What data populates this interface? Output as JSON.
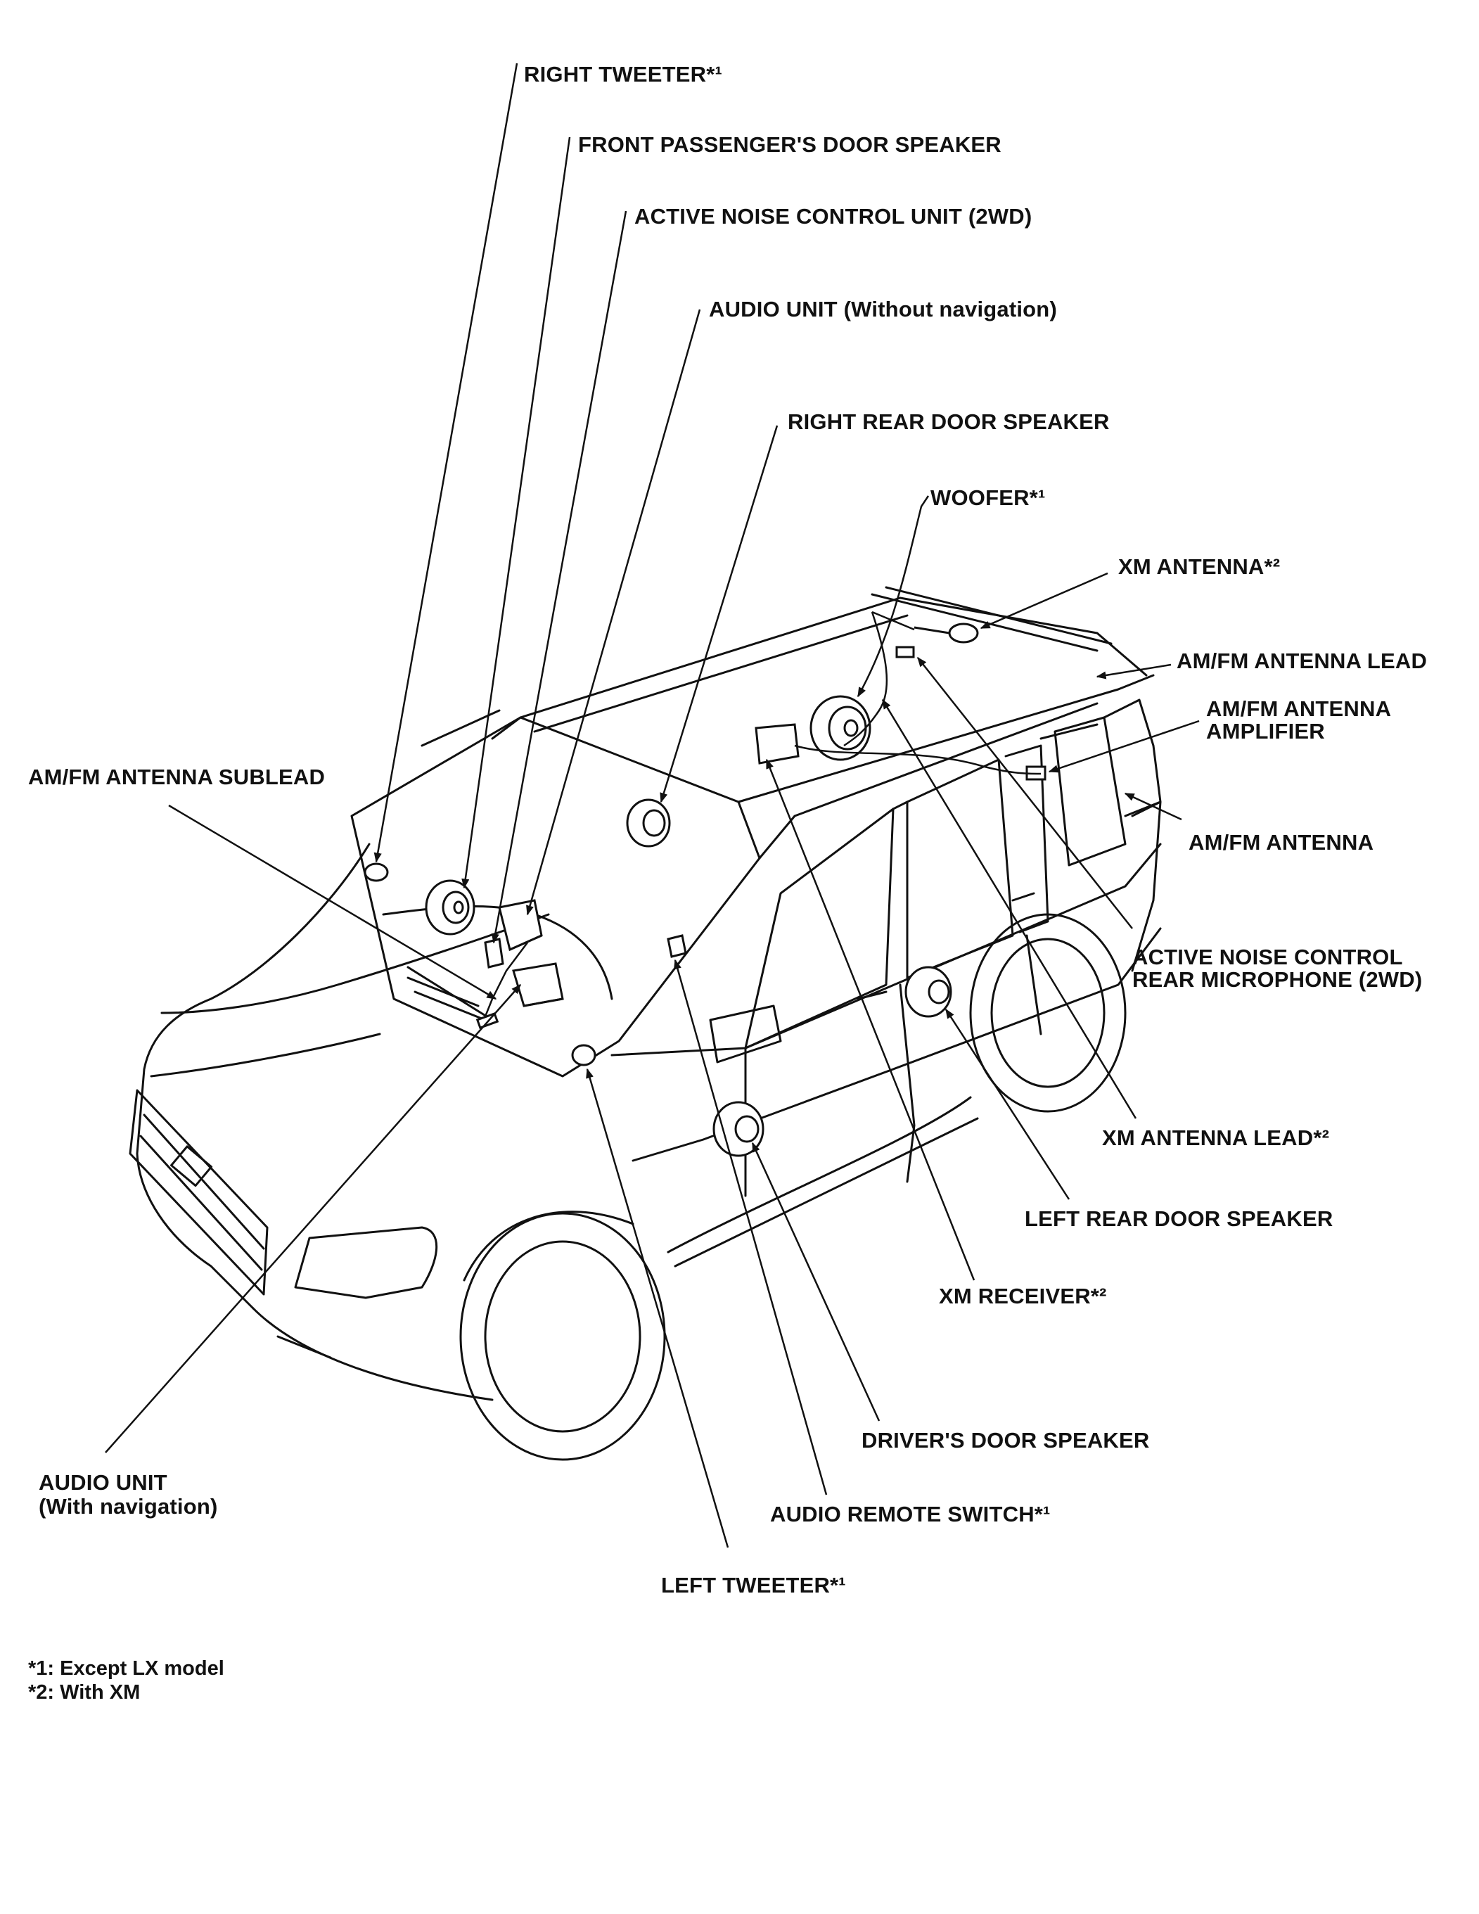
{
  "labels": {
    "right_tweeter": "RIGHT TWEETER*¹",
    "front_passenger_door_speaker": "FRONT PASSENGER'S DOOR SPEAKER",
    "active_noise_control_unit": "ACTIVE NOISE CONTROL UNIT (2WD)",
    "audio_unit_without_nav": "AUDIO UNIT (Without navigation)",
    "right_rear_door_speaker": "RIGHT REAR DOOR SPEAKER",
    "woofer": "WOOFER*¹",
    "xm_antenna": "XM ANTENNA*²",
    "am_fm_antenna_lead": "AM/FM ANTENNA LEAD",
    "am_fm_antenna_amplifier_line1": "AM/FM ANTENNA",
    "am_fm_antenna_amplifier_line2": "AMPLIFIER",
    "am_fm_antenna_sublead": "AM/FM ANTENNA SUBLEAD",
    "am_fm_antenna": "AM/FM ANTENNA",
    "anc_rear_microphone_line1": "ACTIVE NOISE CONTROL",
    "anc_rear_microphone_line2": "REAR MICROPHONE (2WD)",
    "xm_antenna_lead": "XM ANTENNA LEAD*²",
    "left_rear_door_speaker": "LEFT REAR DOOR SPEAKER",
    "xm_receiver": "XM RECEIVER*²",
    "drivers_door_speaker": "DRIVER'S DOOR SPEAKER",
    "audio_unit_with_nav_line1": "AUDIO UNIT",
    "audio_unit_with_nav_line2": "(With navigation)",
    "audio_remote_switch": "AUDIO REMOTE SWITCH*¹",
    "left_tweeter": "LEFT TWEETER*¹"
  },
  "footnotes": {
    "note1": "*1: Except LX model",
    "note2": "*2: With XM"
  }
}
